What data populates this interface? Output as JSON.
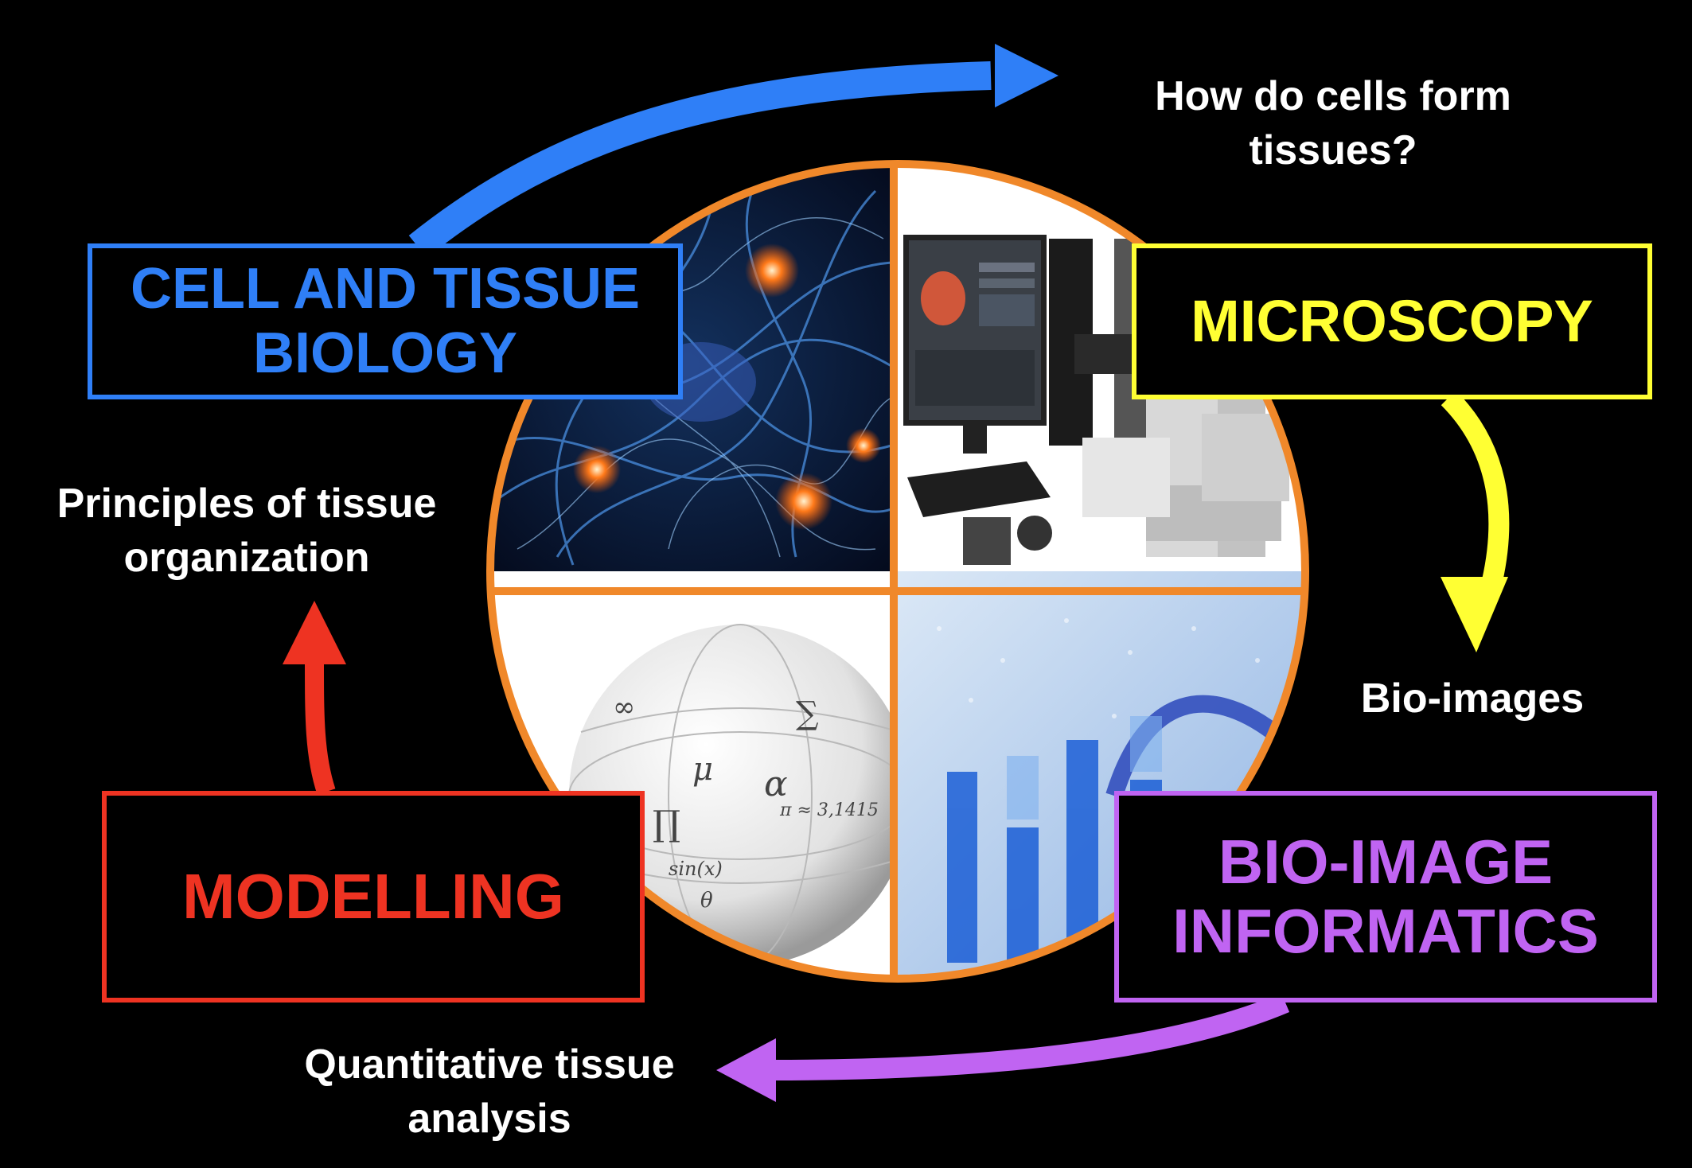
{
  "stages": {
    "cell_biology": {
      "line1": "CELL AND TISSUE",
      "line2": "BIOLOGY",
      "color": "#2f7ff7"
    },
    "microscopy": {
      "label": "MICROSCOPY",
      "color": "#ffff33"
    },
    "informatics": {
      "line1": "BIO-IMAGE",
      "line2": "INFORMATICS",
      "color": "#c064f2"
    },
    "modelling": {
      "label": "MODELLING",
      "color": "#ee3322"
    }
  },
  "transitions": {
    "biology_to_microscopy": {
      "line1": "How do cells form",
      "line2": "tissues?"
    },
    "microscopy_to_informatics": {
      "line1": "Bio-images"
    },
    "informatics_to_modelling": {
      "line1": "Quantitative tissue",
      "line2": "analysis"
    },
    "modelling_to_biology": {
      "line1": "Principles of tissue",
      "line2": "organization"
    }
  },
  "center": {
    "ring_color": "#f0882a",
    "quadrants": [
      {
        "name": "neuron-network-image",
        "depicts": "neurons"
      },
      {
        "name": "microscope-workstation-image",
        "depicts": "microscope"
      },
      {
        "name": "math-sphere-image",
        "depicts": "equations-sphere"
      },
      {
        "name": "bar-chart-image",
        "depicts": "bar-chart"
      }
    ],
    "sphere_formulas": [
      "α",
      "μ",
      "π ≈ 3,1415",
      "sin(x)",
      "∑",
      "∏",
      "θ",
      "∞"
    ]
  }
}
